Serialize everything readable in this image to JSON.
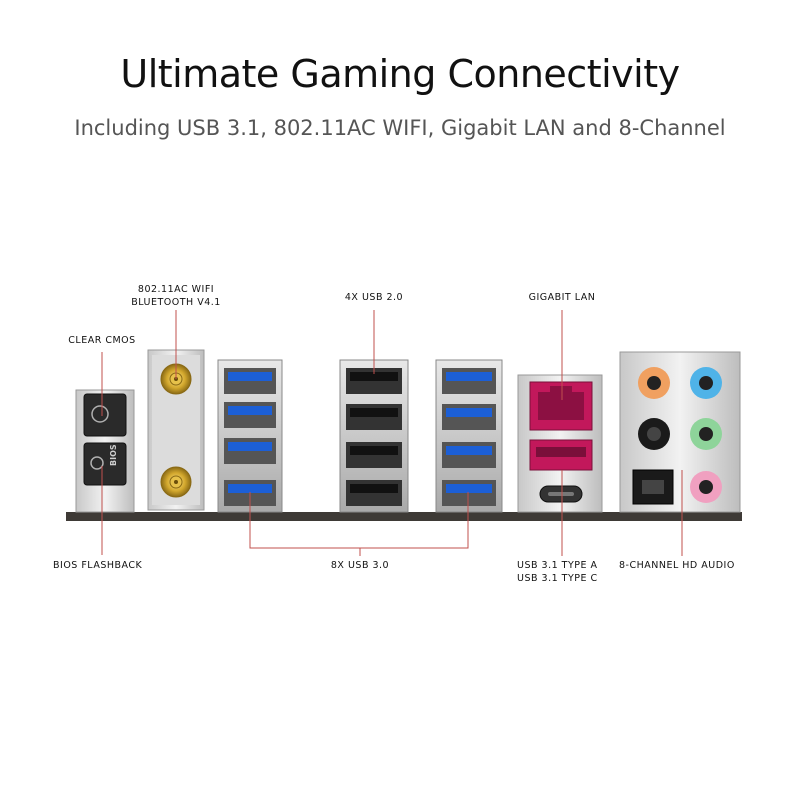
{
  "header": {
    "title": "Ultimate Gaming Connectivity",
    "subtitle": "Including USB 3.1, 802.11AC WIFI, Gigabit LAN and 8-Channel"
  },
  "labels": {
    "wifi_line1": "802.11AC WIFI",
    "wifi_line2": "BLUETOOTH V4.1",
    "usb20": "4X USB 2.0",
    "lan": "GIGABIT LAN",
    "clear_cmos": "CLEAR CMOS",
    "bios_flashback": "BIOS FLASHBACK",
    "usb30": "8X USB 3.0",
    "usb31_a": "USB 3.1 TYPE A",
    "usb31_c": "USB 3.1 TYPE C",
    "audio": "8-CHANNEL HD AUDIO"
  },
  "button_text": {
    "bios": "BIOS"
  },
  "colors": {
    "leader_line": "#c0504d",
    "usb3_blue": "#1c5fd6",
    "lan_red": "#c2185b",
    "antenna_gold": "#c9a227",
    "audio_orange": "#f0a060",
    "audio_blue": "#4fb3e8",
    "audio_black": "#1a1a1a",
    "audio_green": "#8ed49a",
    "audio_pink": "#f0a0c0"
  }
}
